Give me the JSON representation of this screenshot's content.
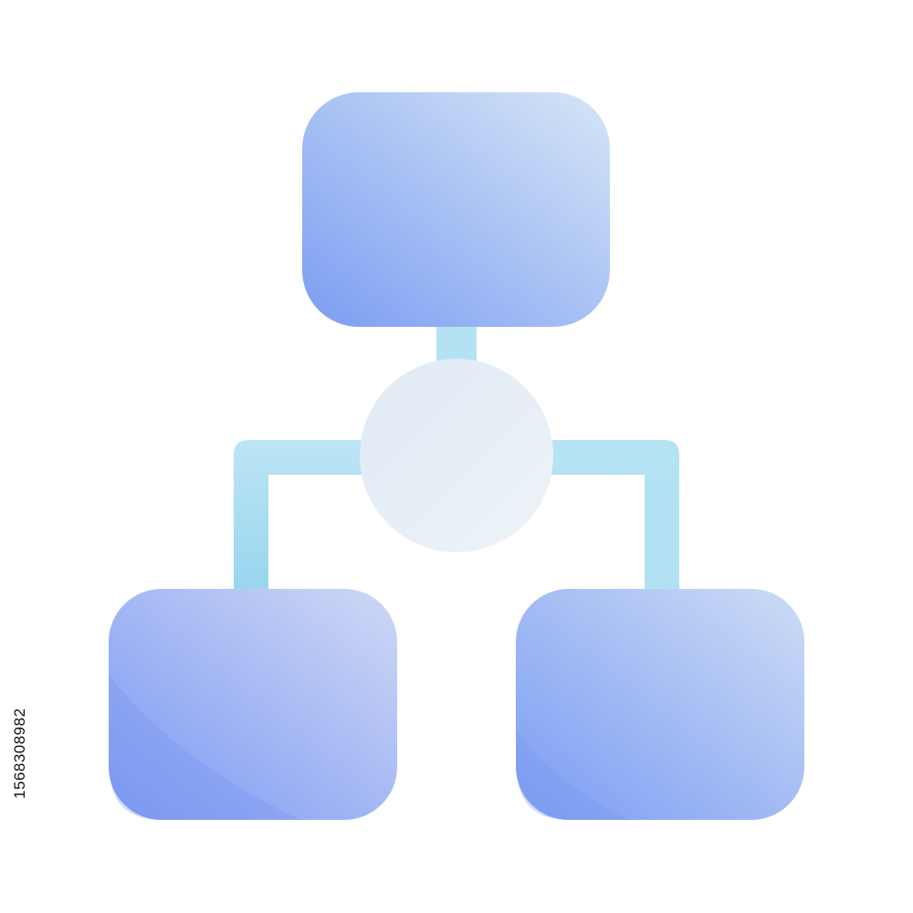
{
  "icon": {
    "name": "hierarchy-diagram-icon",
    "nodes": [
      "top-box",
      "center-circle",
      "bottom-left-box",
      "bottom-right-box"
    ]
  },
  "colors": {
    "box_light": "#d6e6f6",
    "box_dark": "#7b9df2",
    "connector": "#b5e3f4",
    "connector_dark": "#8fd3ee",
    "circle_light": "#e9f1f8",
    "circle_dark": "#d9e6f1",
    "background": "#ffffff"
  },
  "stock_id": "1568308982"
}
